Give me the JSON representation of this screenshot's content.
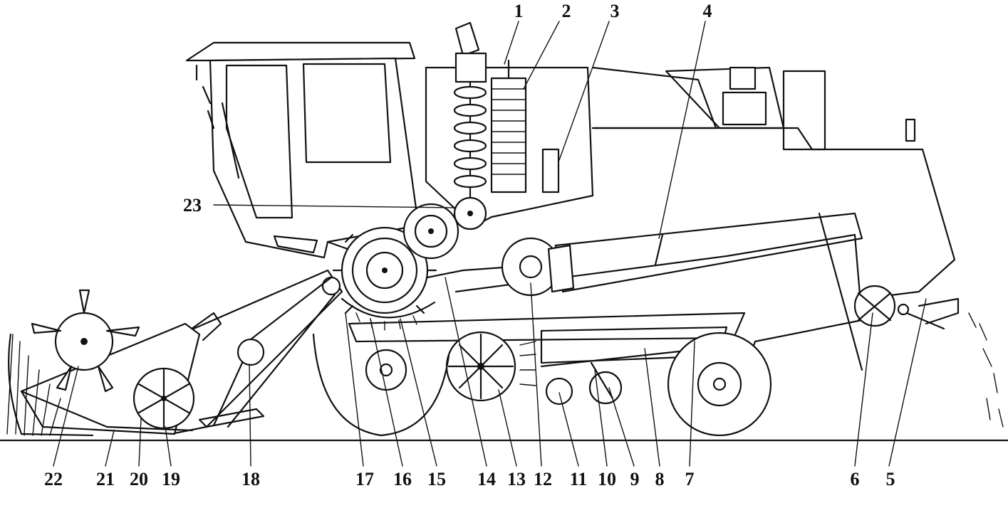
{
  "diagram": {
    "subject": "combine-harvester-side-section",
    "callouts": [
      "1",
      "2",
      "3",
      "4",
      "5",
      "6",
      "7",
      "8",
      "9",
      "10",
      "11",
      "12",
      "13",
      "14",
      "15",
      "16",
      "17",
      "18",
      "19",
      "20",
      "21",
      "22",
      "23"
    ]
  }
}
